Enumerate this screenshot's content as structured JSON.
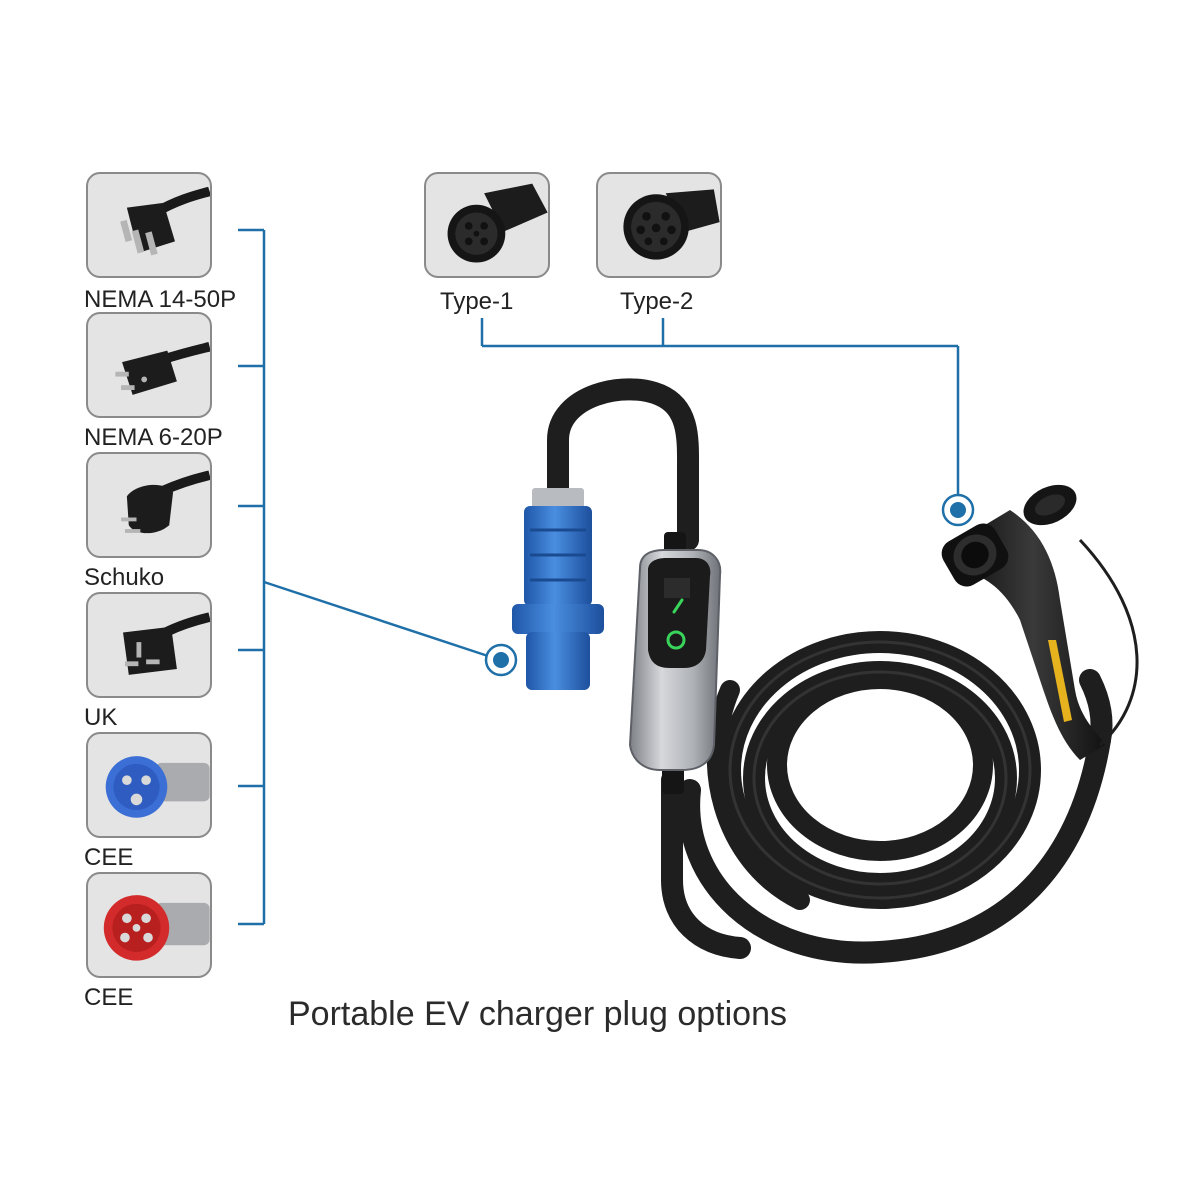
{
  "caption": "Portable EV charger plug options",
  "source_plugs": [
    {
      "label": "NEMA 14-50P",
      "icon": "nema-14-50p-plug-icon"
    },
    {
      "label": "NEMA 6-20P",
      "icon": "nema-6-20p-plug-icon"
    },
    {
      "label": "Schuko",
      "icon": "schuko-plug-icon"
    },
    {
      "label": "UK",
      "icon": "uk-plug-icon"
    },
    {
      "label": "CEE",
      "icon": "cee-blue-plug-icon"
    },
    {
      "label": "CEE",
      "icon": "cee-red-plug-icon"
    }
  ],
  "vehicle_plugs": [
    {
      "label": "Type-1",
      "icon": "type-1-connector-icon"
    },
    {
      "label": "Type-2",
      "icon": "type-2-connector-icon"
    }
  ],
  "colors": {
    "connector_line": "#1f6fa8",
    "cable": "#1e1e1e",
    "blue_plug": "#2f6fc0",
    "red_plug": "#d32b2b",
    "control_box": "#b9bcc0",
    "status_led": "#39d45a",
    "handle_accent": "#e6b21e"
  }
}
